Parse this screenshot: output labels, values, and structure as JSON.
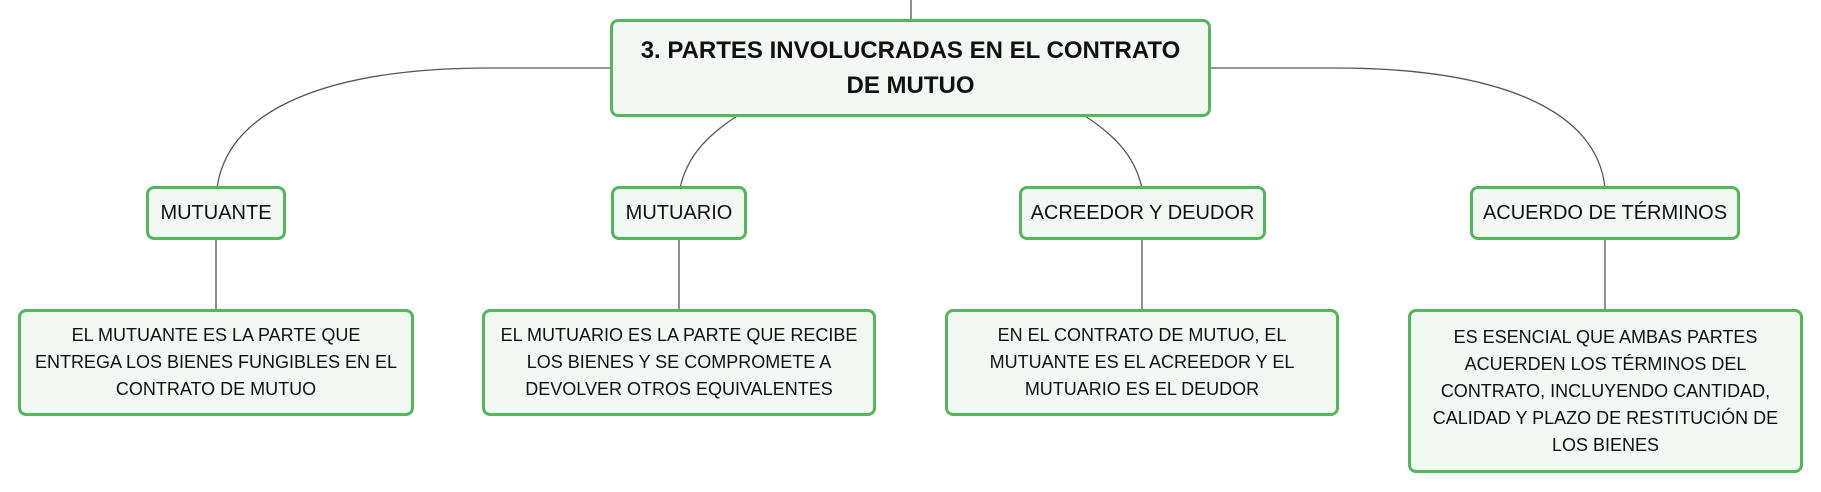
{
  "root": {
    "title": "3. PARTES INVOLUCRADAS EN EL CONTRATO DE MUTUO"
  },
  "branches": [
    {
      "label": "MUTUANTE",
      "detail": "EL MUTUANTE ES LA PARTE QUE ENTREGA LOS BIENES FUNGIBLES EN EL CONTRATO DE MUTUO"
    },
    {
      "label": "MUTUARIO",
      "detail": "EL MUTUARIO ES LA PARTE QUE RECIBE LOS BIENES Y SE COMPROMETE A DEVOLVER OTROS EQUIVALENTES"
    },
    {
      "label": "ACREEDOR Y DEUDOR",
      "detail": "EN EL CONTRATO DE MUTUO, EL MUTUANTE ES EL ACREEDOR Y EL MUTUARIO ES EL DEUDOR"
    },
    {
      "label": "ACUERDO DE TÉRMINOS",
      "detail": "ES ESENCIAL QUE AMBAS PARTES ACUERDEN LOS TÉRMINOS DEL CONTRATO, INCLUYENDO CANTIDAD, CALIDAD Y PLAZO DE RESTITUCIÓN DE LOS BIENES"
    }
  ],
  "colors": {
    "border": "#57b55f",
    "fill": "#f1f9f2",
    "line": "#555555"
  }
}
